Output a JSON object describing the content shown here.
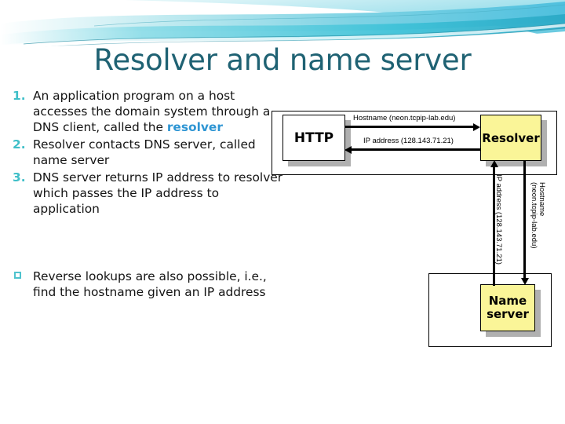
{
  "slide": {
    "title": "Resolver and name server"
  },
  "content": {
    "numbered_items": [
      {
        "marker": "1.",
        "text_before": "An application program on a host accesses the domain system through a DNS client, called the ",
        "keyword": "resolver",
        "text_after": ""
      },
      {
        "marker": "2.",
        "text_before": "Resolver contacts DNS server, called name server",
        "keyword": "",
        "text_after": ""
      },
      {
        "marker": "3.",
        "text_before": "DNS server returns IP address to resolver which passes the IP address to application",
        "keyword": "",
        "text_after": ""
      }
    ],
    "bullet_items": [
      {
        "marker": "square-bullet",
        "text": "Reverse lookups are also possible, i.e., find the hostname given an IP address"
      }
    ]
  },
  "diagram": {
    "nodes": {
      "http": "HTTP",
      "resolver": "Resolver",
      "name_server_line1": "Name",
      "name_server_line2": "server"
    },
    "arrows": {
      "host_to_resolver": "Hostname (neon.tcpip-lab.edu)",
      "resolver_to_host": "IP address (128.143.71.21)",
      "ns_to_resolver": "IP address (128.143.71.21)",
      "resolver_to_ns_line1": "Hostname",
      "resolver_to_ns_line2": "(neon.tcpip-lab.edu)"
    }
  },
  "colors": {
    "title": "#1F6273",
    "marker": "#3FBFC8",
    "keyword": "#2E95D3",
    "node_fill": "#FAF598",
    "shadow": "#B0B0B0",
    "band_teal": "#45C6D6"
  }
}
